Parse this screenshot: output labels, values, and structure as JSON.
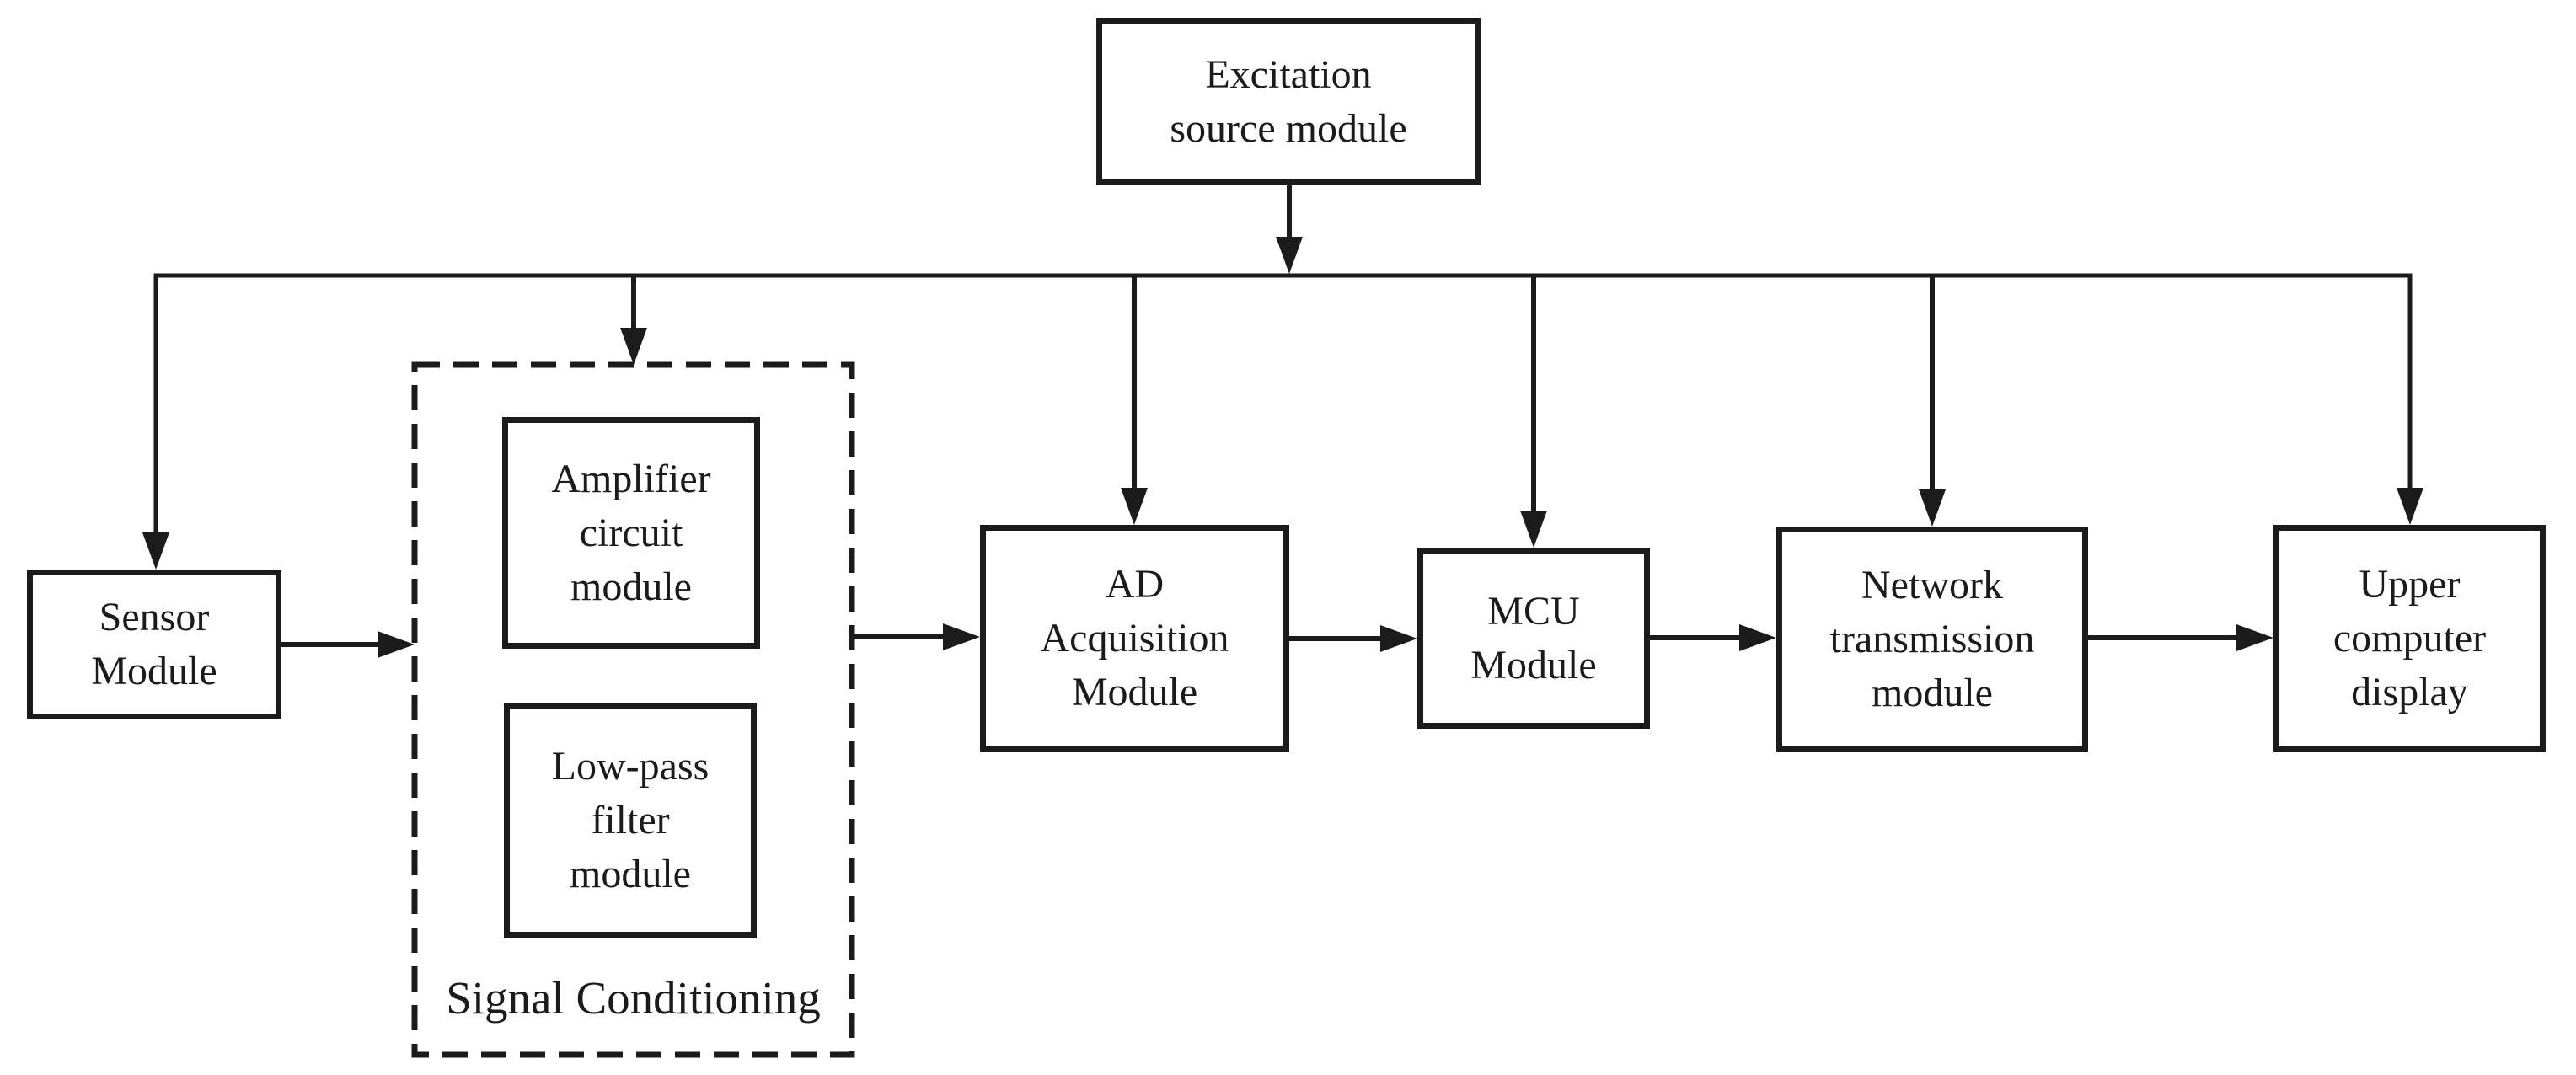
{
  "diagram": {
    "nodes": {
      "excitation_source": {
        "lines": [
          "Excitation",
          "source module"
        ]
      },
      "sensor": {
        "lines": [
          "Sensor",
          "Module"
        ]
      },
      "amplifier": {
        "lines": [
          "Amplifier",
          "circuit",
          "module"
        ]
      },
      "low_pass": {
        "lines": [
          "Low-pass",
          "filter",
          "module"
        ]
      },
      "ad_acquisition": {
        "lines": [
          "AD",
          "Acquisition",
          "Module"
        ]
      },
      "mcu": {
        "lines": [
          "MCU",
          "Module"
        ]
      },
      "network_transmission": {
        "lines": [
          "Network",
          "transmission",
          "module"
        ]
      },
      "upper_computer": {
        "lines": [
          "Upper",
          "computer",
          "display"
        ]
      }
    },
    "group_label": "Signal Conditioning",
    "colors": {
      "ink": "#1b1b1b",
      "background": "#ffffff"
    }
  }
}
